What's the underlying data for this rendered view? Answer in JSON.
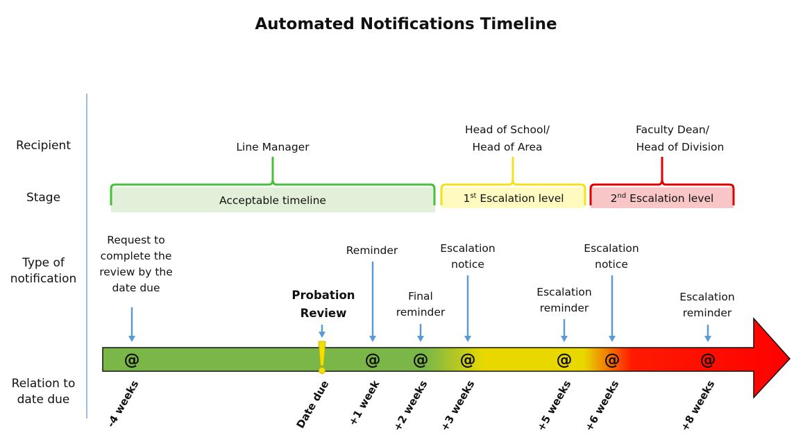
{
  "title": "Automated Notifications Timeline",
  "row_labels": {
    "recipient": "Recipient",
    "stage": "Stage",
    "type": "Type of\nnotification",
    "relation": "Relation to\ndate due"
  },
  "recipients": {
    "line_manager": "Line Manager",
    "head_school": [
      "Head of School/",
      "Head of Area"
    ],
    "faculty_dean": [
      "Faculty Dean/",
      "Head of Division"
    ]
  },
  "stages": {
    "acceptable": "Acceptable timeline",
    "first": {
      "ordinal": "1",
      "sup": "st",
      "rest": " Escalation level"
    },
    "second": {
      "ordinal": "2",
      "sup": "nd",
      "rest": " Escalation level"
    }
  },
  "colors": {
    "green": "#7ab648",
    "yellow": "#e8d800",
    "red": "#ff0000",
    "bracket_green": "#44c03a",
    "bracket_yellow": "#f2e21a",
    "bracket_red": "#e00000",
    "band_green": "#e2efd9",
    "band_yellow": "#fffac0",
    "band_red": "#f8c6c6",
    "arrow_blue": "#5b9bd5",
    "axis_line": "#7ca7d9"
  },
  "markers": [
    {
      "id": "request",
      "lines": [
        "Request to",
        "complete the",
        "review by the",
        "date due"
      ],
      "week": "-4 weeks",
      "symbol": "@"
    },
    {
      "id": "probation",
      "lines": [
        "Probation",
        "Review"
      ],
      "bold": true,
      "week": "Date due",
      "symbol": "!"
    },
    {
      "id": "reminder",
      "lines": [
        "Reminder"
      ],
      "week": "+1 week",
      "symbol": "@"
    },
    {
      "id": "final-reminder",
      "lines": [
        "Final",
        "reminder"
      ],
      "week": "+2 weeks",
      "symbol": "@"
    },
    {
      "id": "escalation-notice-1",
      "lines": [
        "Escalation",
        "notice"
      ],
      "week": "+3 weeks",
      "symbol": "@"
    },
    {
      "id": "escalation-reminder-1",
      "lines": [
        "Escalation",
        "reminder"
      ],
      "week": "+5 weeks",
      "symbol": "@"
    },
    {
      "id": "escalation-notice-2",
      "lines": [
        "Escalation",
        "notice"
      ],
      "week": "+6 weeks",
      "symbol": "@"
    },
    {
      "id": "escalation-reminder-2",
      "lines": [
        "Escalation",
        "reminder"
      ],
      "week": "+8 weeks",
      "symbol": "@"
    }
  ]
}
